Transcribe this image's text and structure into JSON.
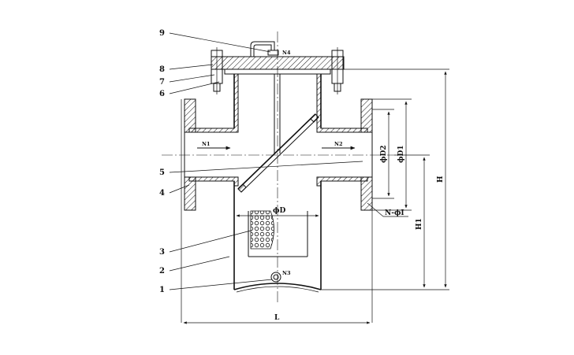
{
  "part_labels": {
    "p1": "1",
    "p2": "2",
    "p3": "3",
    "p4": "4",
    "p5": "5",
    "p6": "6",
    "p7": "7",
    "p8": "8",
    "p9": "9"
  },
  "port_labels": {
    "n1": "N1",
    "n2": "N2",
    "n3": "N3",
    "n4": "N4"
  },
  "dimension_labels": {
    "D": "ϕD",
    "D1": "ϕD1",
    "D2": "ϕD2",
    "L": "L",
    "H": "H",
    "H1": "H1",
    "bolt_holes": "N-ϕI"
  }
}
